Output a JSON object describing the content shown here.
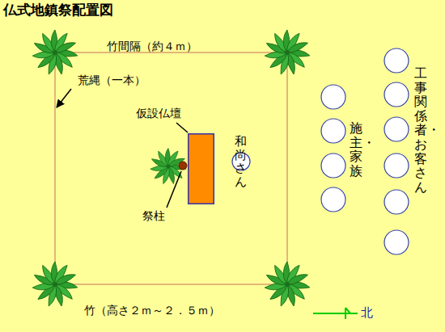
{
  "diagram": {
    "title": "仏式地鎮祭配置図",
    "nodes": [
      {
        "text": [
          "仮設仏壇"
        ]
      },
      {
        "text": [
          "和尚さん"
        ]
      }
    ],
    "labels": [
      "竹間隔（約４ｍ）",
      "荒縄（一本）",
      "祭柱",
      "施主・家族",
      "工事関係者・お客さん",
      "竹（高さ２ｍ～２．５ｍ）",
      "北"
    ]
  }
}
